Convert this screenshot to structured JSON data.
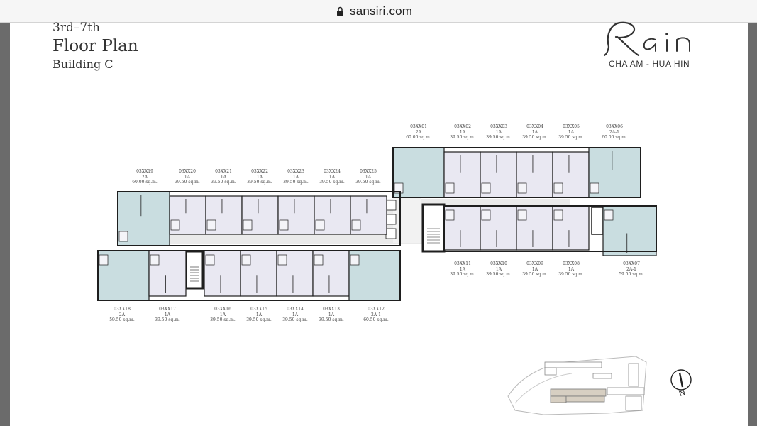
{
  "browser": {
    "domain": "sansiri.com"
  },
  "sheet": {
    "floors": "3rd–7th",
    "title": "Floor Plan",
    "building": "Building C"
  },
  "brand": {
    "logo_text": "Rain",
    "location": "CHA AM - HUA HIN"
  },
  "units": [
    {
      "code": "03XX01",
      "type": "2A",
      "area": "60.00 sq.m."
    },
    {
      "code": "03XX02",
      "type": "1A",
      "area": "39.50 sq.m."
    },
    {
      "code": "03XX03",
      "type": "1A",
      "area": "39.50 sq.m."
    },
    {
      "code": "03XX04",
      "type": "1A",
      "area": "39.50 sq.m."
    },
    {
      "code": "03XX05",
      "type": "1A",
      "area": "39.50 sq.m."
    },
    {
      "code": "03XX06",
      "type": "2A-1",
      "area": "60.00 sq.m."
    },
    {
      "code": "03XX07",
      "type": "2A-1",
      "area": "59.50 sq.m."
    },
    {
      "code": "03XX08",
      "type": "1A",
      "area": "39.50 sq.m."
    },
    {
      "code": "03XX09",
      "type": "1A",
      "area": "39.50 sq.m."
    },
    {
      "code": "03XX10",
      "type": "1A",
      "area": "39.50 sq.m."
    },
    {
      "code": "03XX11",
      "type": "1A",
      "area": "39.50 sq.m."
    },
    {
      "code": "03XX12",
      "type": "2A-1",
      "area": "60.50 sq.m."
    },
    {
      "code": "03XX13",
      "type": "1A",
      "area": "39.50 sq.m."
    },
    {
      "code": "03XX14",
      "type": "1A",
      "area": "39.50 sq.m."
    },
    {
      "code": "03XX15",
      "type": "1A",
      "area": "39.50 sq.m."
    },
    {
      "code": "03XX16",
      "type": "1A",
      "area": "39.50 sq.m."
    },
    {
      "code": "03XX17",
      "type": "1A",
      "area": "39.50 sq.m."
    },
    {
      "code": "03XX18",
      "type": "2A",
      "area": "59.50 sq.m."
    },
    {
      "code": "03XX19",
      "type": "2A",
      "area": "60.00 sq.m."
    },
    {
      "code": "03XX20",
      "type": "1A",
      "area": "39.50 sq.m."
    },
    {
      "code": "03XX21",
      "type": "1A",
      "area": "39.50 sq.m."
    },
    {
      "code": "03XX22",
      "type": "1A",
      "area": "39.50 sq.m."
    },
    {
      "code": "03XX23",
      "type": "1A",
      "area": "39.50 sq.m."
    },
    {
      "code": "03XX24",
      "type": "1A",
      "area": "39.50 sq.m."
    },
    {
      "code": "03XX25",
      "type": "1A",
      "area": "39.50 sq.m."
    }
  ],
  "compass": {
    "label": "N"
  },
  "colors": {
    "unit_fill": "#e9e8f2",
    "corner_unit_fill": "#c9dde0",
    "wall": "#1e1e1e",
    "corridor": "#eaeaea"
  }
}
